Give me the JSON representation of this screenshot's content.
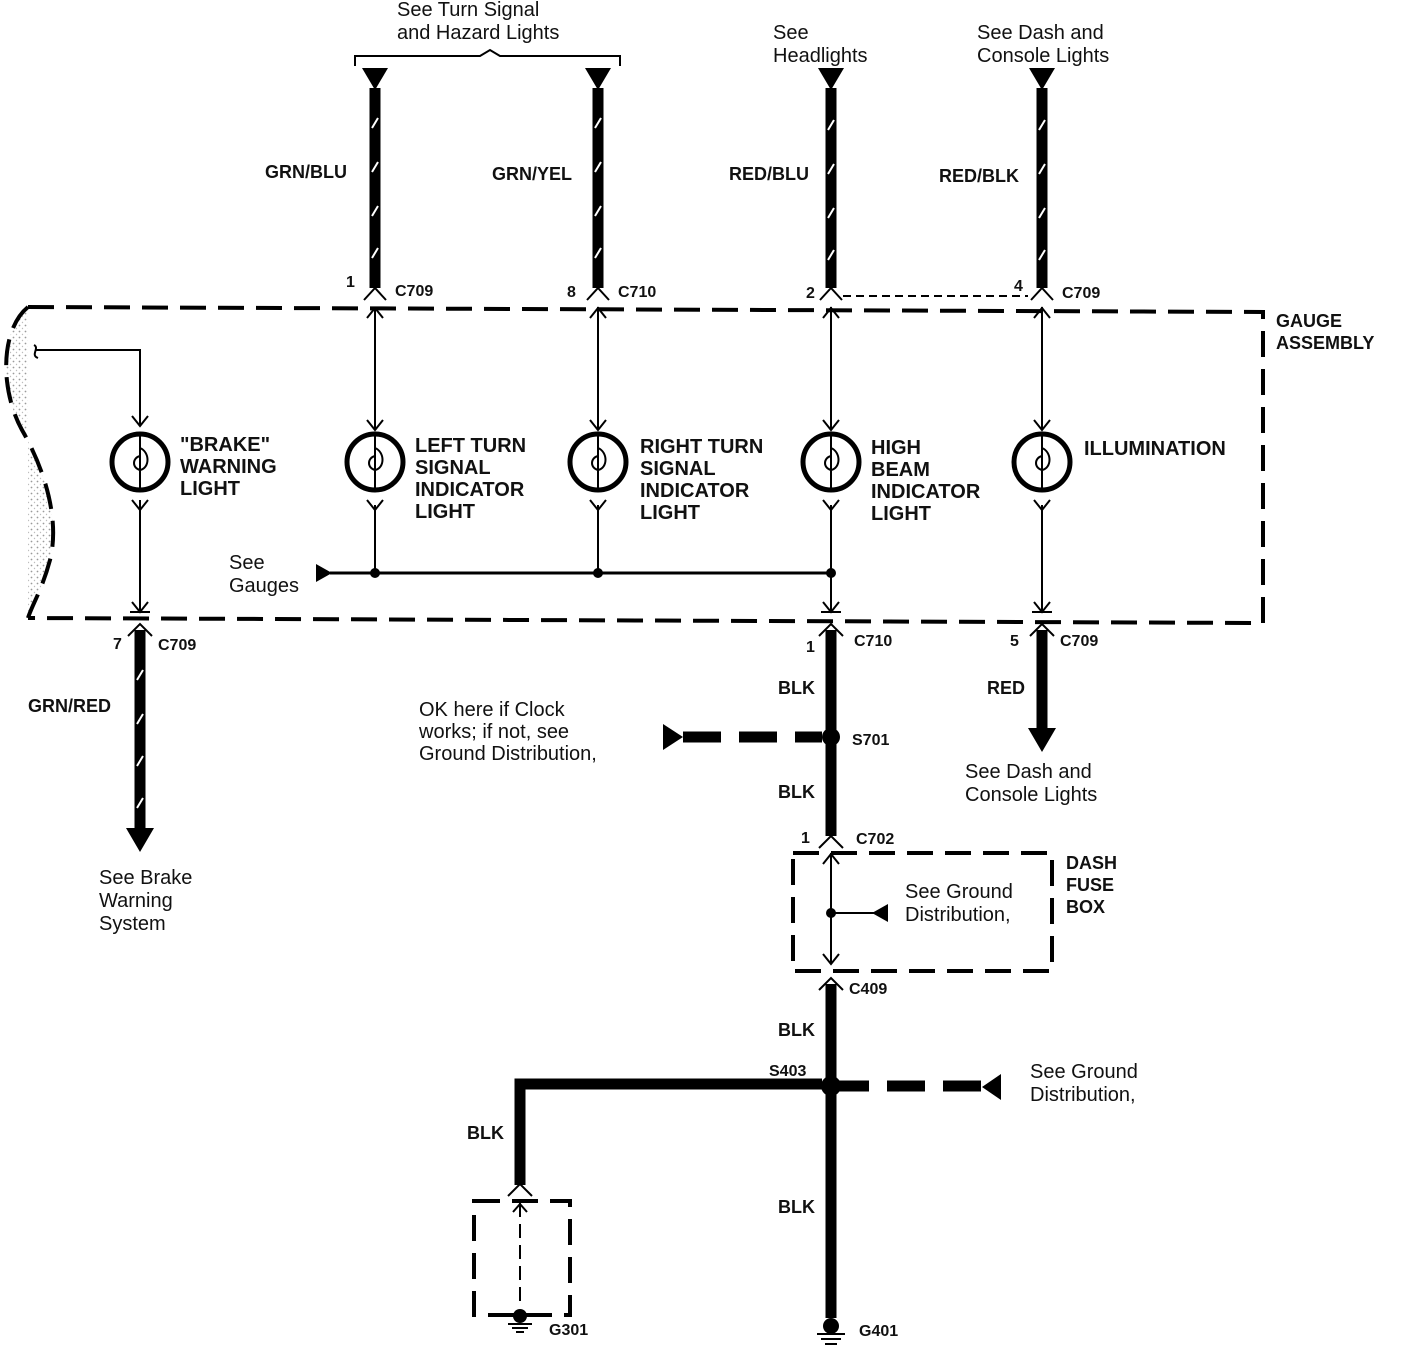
{
  "top_refs": {
    "turn_hazard": [
      "See Turn Signal",
      "and Hazard Lights"
    ],
    "headlights": [
      "See",
      "Headlights"
    ],
    "dash_console": [
      "See Dash and",
      "Console Lights"
    ]
  },
  "wires": {
    "grn_blu": "GRN/BLU",
    "grn_yel": "GRN/YEL",
    "red_blu": "RED/BLU",
    "red_blk": "RED/BLK",
    "grn_red": "GRN/RED",
    "blk": "BLK",
    "red": "RED"
  },
  "connectors": {
    "c709": "C709",
    "c710": "C710",
    "c702": "C702",
    "c409": "C409"
  },
  "pins": {
    "p1": "1",
    "p8": "8",
    "p2": "2",
    "p4": "4",
    "p7": "7",
    "p5": "5"
  },
  "gauge_assembly": [
    "GAUGE",
    "ASSEMBLY"
  ],
  "lights": {
    "brake": [
      "\"BRAKE\"",
      "WARNING",
      "LIGHT"
    ],
    "left_turn": [
      "LEFT TURN",
      "SIGNAL",
      "INDICATOR",
      "LIGHT"
    ],
    "right_turn": [
      "RIGHT TURN",
      "SIGNAL",
      "INDICATOR",
      "LIGHT"
    ],
    "high_beam": [
      "HIGH",
      "BEAM",
      "INDICATOR",
      "LIGHT"
    ],
    "illumination": "ILLUMINATION"
  },
  "see_gauges": [
    "See",
    "Gauges"
  ],
  "clock_note": [
    "OK here if Clock",
    "works; if not, see",
    "Ground Distribution,"
  ],
  "splices": {
    "s701": "S701",
    "s403": "S403"
  },
  "dash_console_bottom": [
    "See Dash and",
    "Console Lights"
  ],
  "brake_system": [
    "See Brake",
    "Warning",
    "System"
  ],
  "dash_fuse_box": [
    "DASH",
    "FUSE",
    "BOX"
  ],
  "ground_dist_fuse": [
    "See Ground",
    "Distribution,"
  ],
  "ground_dist_s403": [
    "See Ground",
    "Distribution,"
  ],
  "grounds": {
    "g301": "G301",
    "g401": "G401"
  }
}
